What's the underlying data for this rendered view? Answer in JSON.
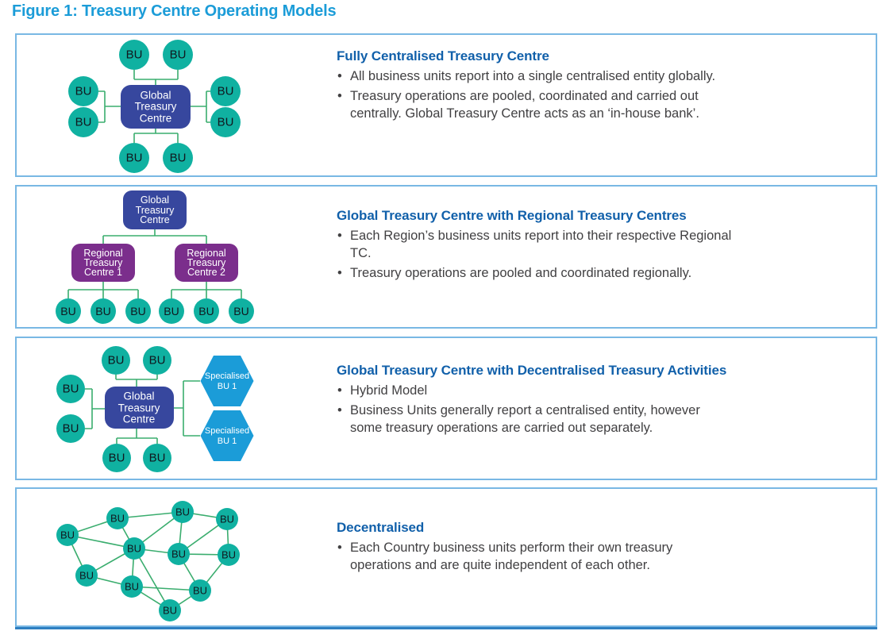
{
  "figure": {
    "title": "Figure 1: Treasury Centre Operating Models"
  },
  "diagram_labels": {
    "bu": "BU",
    "global_treasury_centre": {
      "line1": "Global",
      "line2": "Treasury",
      "line3": "Centre"
    },
    "regional_tc1": {
      "line1": "Regional",
      "line2": "Treasury",
      "line3": "Centre 1"
    },
    "regional_tc2": {
      "line1": "Regional",
      "line2": "Treasury",
      "line3": "Centre 2"
    },
    "specialised_bu": {
      "line1": "Specialised",
      "line2": "BU 1"
    }
  },
  "panels": [
    {
      "heading": "Fully Centralised Treasury Centre",
      "bullets": [
        [
          "All business units report into a single centralised entity globally."
        ],
        [
          "Treasury operations are pooled, coordinated and carried out",
          "centrally. Global Treasury Centre acts as an ‘in-house bank’."
        ]
      ]
    },
    {
      "heading": "Global Treasury Centre with Regional Treasury Centres",
      "bullets": [
        [
          "Each Region’s business units report into their respective Regional",
          "TC."
        ],
        [
          "Treasury operations are pooled and coordinated regionally."
        ]
      ]
    },
    {
      "heading": "Global Treasury Centre with Decentralised Treasury Activities",
      "bullets": [
        [
          "Hybrid Model"
        ],
        [
          "Business Units generally report a centralised entity, however",
          "some treasury operations are carried out separately."
        ]
      ]
    },
    {
      "heading": "Decentralised",
      "bullets": [
        [
          "Each Country business units perform their own treasury",
          "operations and are quite independent of each other."
        ]
      ]
    }
  ],
  "colors": {
    "title_blue": "#1b9cd8",
    "heading_blue": "#1160aa",
    "body_text": "#414042",
    "panel_border": "#79b8e4",
    "bottom_rule": "#2e7fc1",
    "bu_teal": "#10b1a1",
    "bu_text": "#10181f",
    "gtc_box_blue": "#37479e",
    "regional_purple": "#7b2e8c",
    "hex_blue": "#1b9cd8",
    "connector_green": "#3aad6e",
    "node_text_white": "#ffffff"
  }
}
